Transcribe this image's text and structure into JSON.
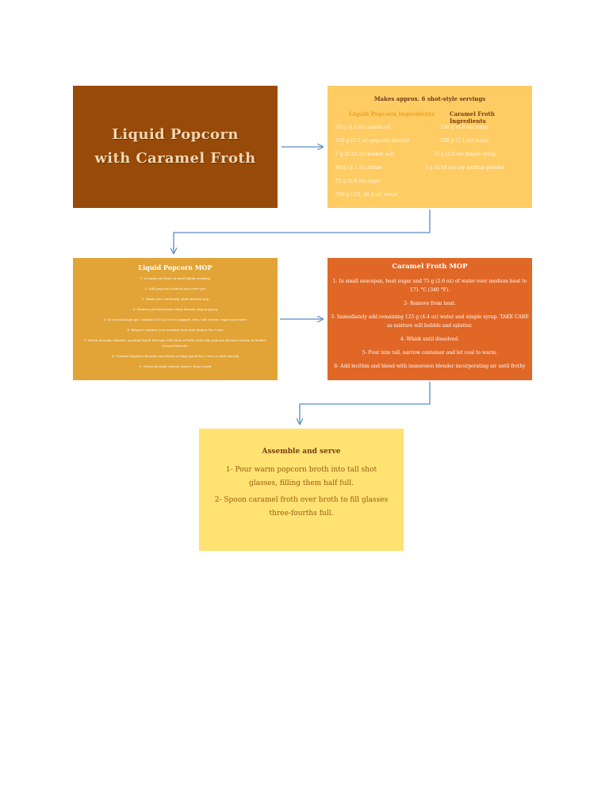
{
  "title": "Liquid Popcorn with Caramel Froth",
  "ingredients": {
    "makes": "Makes approx. 6 shot-style servings",
    "popcorn_heading": "Liquid Popcorn Ingredients",
    "caramel_heading": "Caramel Froth Ingredients",
    "popcorn_items": [
      "35 g (1.2 oz) canola oil",
      "150 g (5.3 oz) popcorn kernels",
      "7 g (0.25 oz) kosher salt",
      "80 g (3.1 oz) butter",
      "75 g (2.6 oz) sugar",
      "750 g (1/3, 26.5 oz) water"
    ],
    "caramel_items": [
      "250 g (8.8 oz) sugar",
      "200 g (7.1 oz) water",
      "75 g (2.6 oz) simple syrup",
      "5 g (0.18 oz) soy lecithin powder"
    ]
  },
  "popcorn_mop": {
    "heading": "Liquid Popcorn MOP",
    "steps": [
      "1- In large pot heat oil until lightly smoking",
      "2- Add popcorn kernels and cover pot",
      "3- Shake pot constantly while kernels pop",
      "4- Remove pot from heat when kernels stop popping",
      "5- In second large pot, combine 105 g (3.6 oz) popped corn, salt, butter, sugar and water",
      "6- Bring to simmer over medium heat and simmer for 5 min",
      "7- Strain through chinoise, pushing liquid through with back of ladle until only popcorn kernels remain in basket. Discard kernels.",
      "8- Transfer liquid to blender and blend on high speed for 1 min or until smooth",
      "9- Strain through chinois (sieve). Keep warm"
    ]
  },
  "caramel_mop": {
    "heading": "Caramel Froth MOP",
    "steps": [
      "1- In small saucepan, heat sugar and 75 g (2.6 oz) of water over medium heat to 171 °C (340 °F).",
      "2- Remove from heat.",
      "3- Immediately add remaining 125 g (4.4 oz) water and simple syrup. TAKE CARE as mixture will bubble and splatter.",
      "4- Whisk until dissolved.",
      "5- Pour into tall, narrow container and let cool to warm.",
      "6- Add lecithin and blend with immersion blender incorporating air until frothy"
    ]
  },
  "assemble": {
    "heading": "Assemble and serve",
    "steps": [
      "1- Pour warm popcorn broth into tall shot glasses, filling them half full.",
      "2- Spoon caramel froth over broth to fill glasses three-fourths full."
    ]
  },
  "colors": {
    "title_box": "#984A08",
    "ingredients_box": "#FFCB63",
    "popcorn_mop_box": "#E2A436",
    "caramel_mop_box": "#E06726",
    "assemble_box": "#FFE271",
    "popcorn_heading": "#F2A31D",
    "caramel_heading": "#7A3D12",
    "connector": "#5B8BC4"
  }
}
